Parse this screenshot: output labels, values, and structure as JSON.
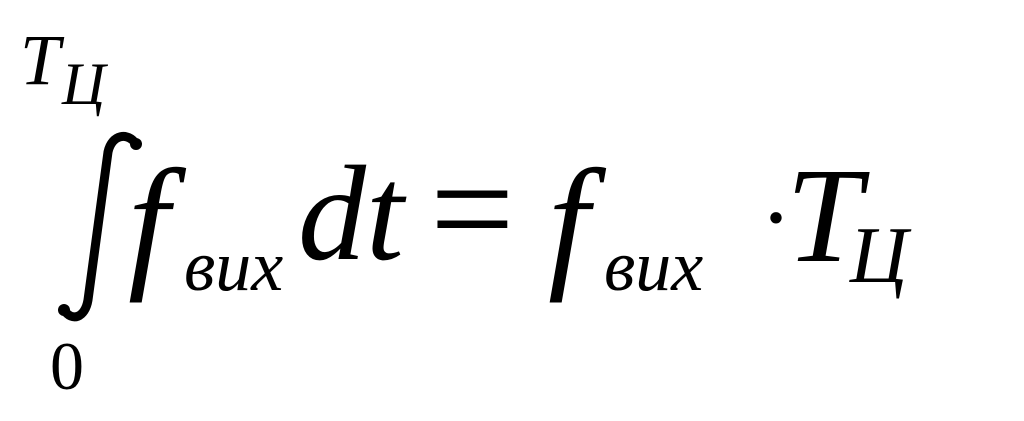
{
  "formula": {
    "integral_upper_limit": {
      "base": "T",
      "subscript": "Ц"
    },
    "integral_lower_limit": "0",
    "integrand": {
      "function": "f",
      "subscript": "вих",
      "differential": "dt"
    },
    "equals": "=",
    "result": {
      "function": "f",
      "subscript": "вих",
      "operator": "·",
      "factor": {
        "base": "T",
        "subscript": "Ц"
      }
    },
    "text_color": "#000000",
    "background_color": "#ffffff"
  }
}
